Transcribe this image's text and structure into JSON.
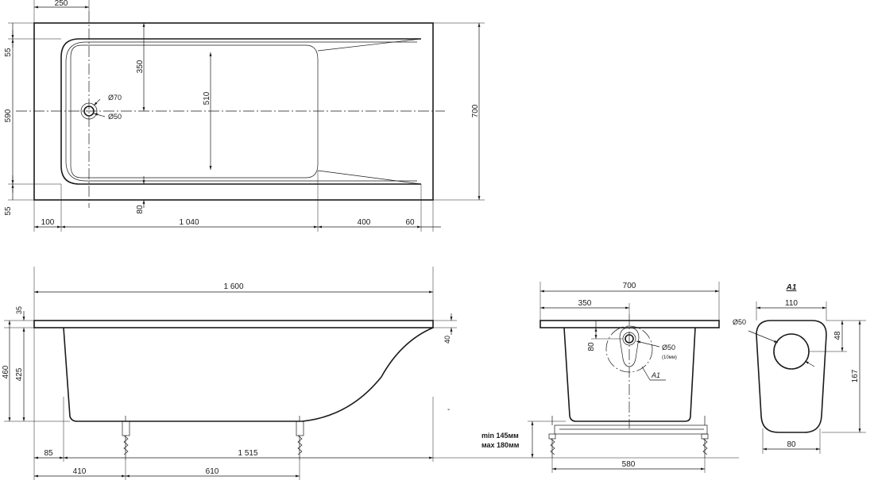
{
  "top_view": {
    "dims": {
      "d250": "250",
      "d55a": "55",
      "d590": "590",
      "d55b": "55",
      "d350": "350",
      "d510": "510",
      "d80": "80",
      "d700": "700",
      "d100": "100",
      "d1040": "1 040",
      "d400": "400",
      "d60": "60",
      "d70": "Ø70",
      "d50": "Ø50"
    }
  },
  "side_view": {
    "dims": {
      "d1600": "1 600",
      "d35": "35",
      "d40": "40",
      "d460": "460",
      "d425": "425",
      "d85": "85",
      "d1515": "1 515",
      "d410": "410",
      "d610": "610",
      "dash": "-"
    }
  },
  "end_view": {
    "dims": {
      "d700": "700",
      "d350": "350",
      "d80": "80",
      "d50": "Ø50",
      "note": "(10мм)",
      "callout": "A1",
      "d580": "580",
      "min_h": "min 145мм",
      "max_h": "мах 180мм"
    }
  },
  "detail_a1": {
    "title": "A1",
    "dims": {
      "d110": "110",
      "d50": "Ø50",
      "d48": "48",
      "d167": "167",
      "d80": "80"
    }
  }
}
